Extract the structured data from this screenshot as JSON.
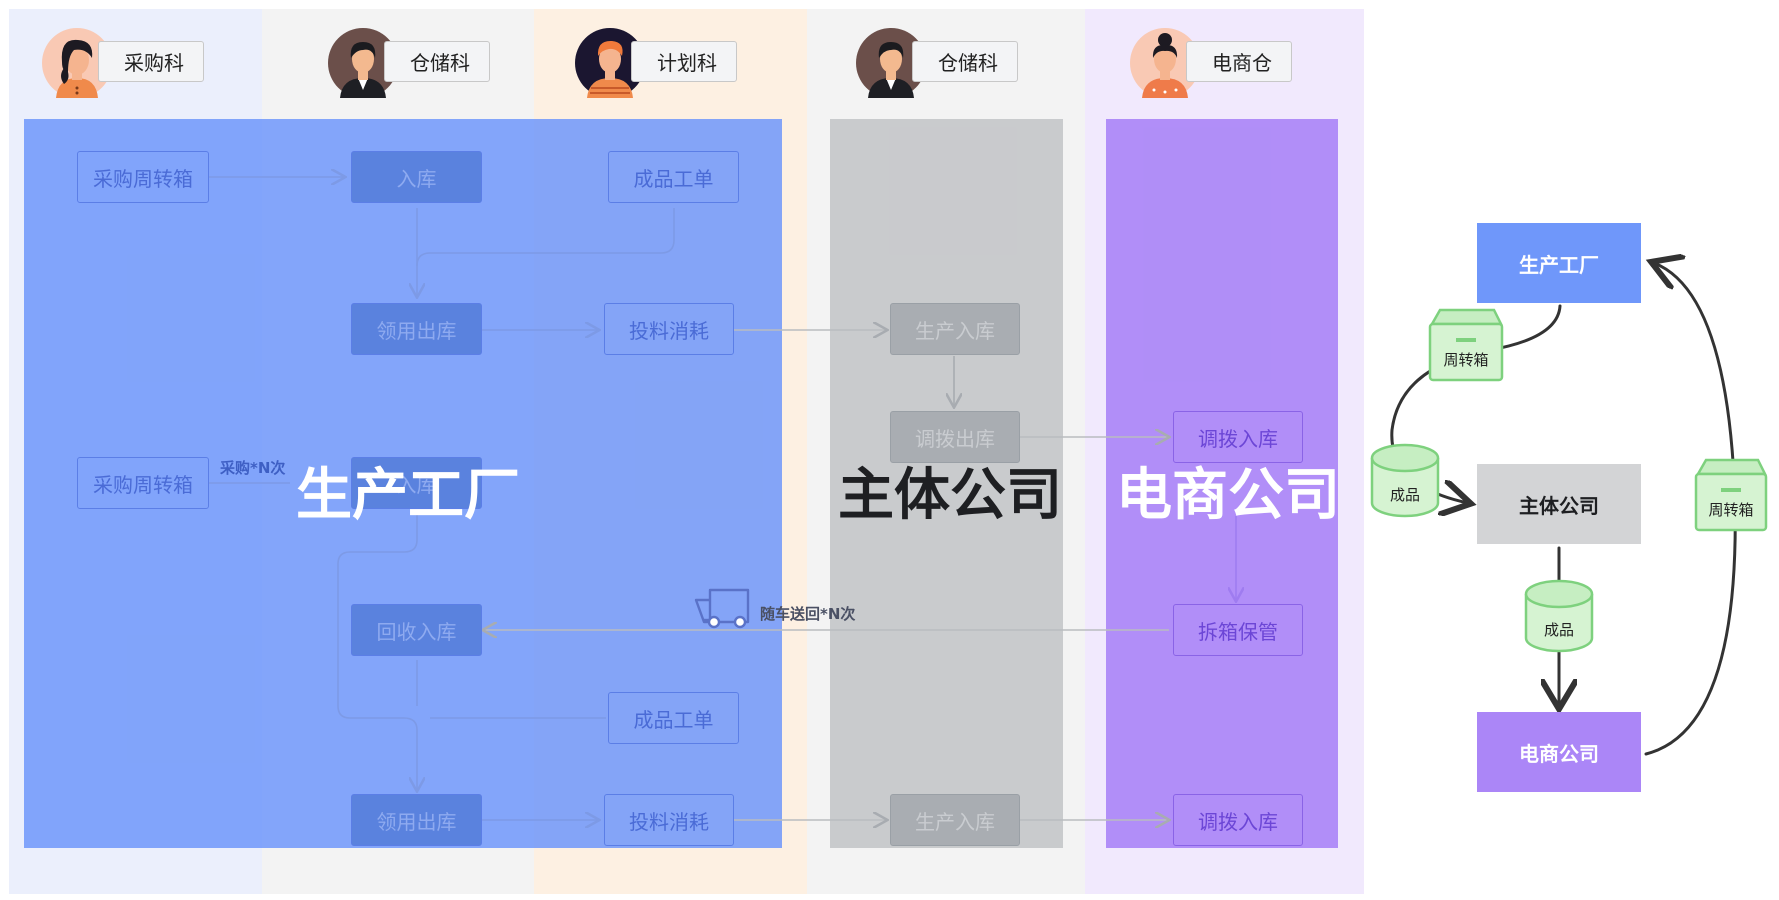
{
  "lanes": [
    {
      "id": "purchase",
      "role_label": "采购科",
      "color": "#ebeffc"
    },
    {
      "id": "storage1",
      "role_label": "仓储科",
      "color": "#f3f3f3"
    },
    {
      "id": "plan",
      "role_label": "计划科",
      "color": "#fdf0e2"
    },
    {
      "id": "storage2",
      "role_label": "仓储科",
      "color": "#f3f3f3"
    },
    {
      "id": "ecom",
      "role_label": "电商仓",
      "color": "#f1e9fd"
    }
  ],
  "overlays": {
    "factory": {
      "title": "生产工厂",
      "color": "#6f97fa"
    },
    "main_company": {
      "title": "主体公司",
      "color": "#c9cbce"
    },
    "ecom_company": {
      "title": "电商公司",
      "color": "#ab86f7"
    }
  },
  "process_boxes": {
    "purchase_box_1": "采购周转箱",
    "inbound_1": "入库",
    "product_order_1": "成品工单",
    "issue_out_1": "领用出库",
    "feed_consume_1": "投料消耗",
    "prod_inbound_1": "生产入库",
    "transfer_out": "调拨出库",
    "transfer_in_1": "调拨入库",
    "purchase_box_2": "采购周转箱",
    "inbound_2": "入库",
    "recycle_inbound": "回收入库",
    "unpack_store": "拆箱保管",
    "product_order_2": "成品工单",
    "issue_out_2": "领用出库",
    "feed_consume_2": "投料消耗",
    "prod_inbound_2": "生产入库",
    "transfer_in_2": "调拨入库"
  },
  "annotations": {
    "purchase_n": "采购*N次",
    "return_n": "随车送回*N次"
  },
  "legend": {
    "factory": {
      "label": "生产工厂",
      "color": "#6f97fa"
    },
    "main_company": {
      "label": "主体公司",
      "color": "#d3d4d6"
    },
    "ecom_company": {
      "label": "电商公司",
      "color": "#ab86f7"
    },
    "crate_top": "周转箱",
    "crate_right": "周转箱",
    "cylinder_left": "成品",
    "cylinder_mid": "成品"
  },
  "colors": {
    "arrow": "#7090e0",
    "legend_arrow": "#333333",
    "green_stroke": "#7ed17e",
    "green_fill": "#d6f3d2"
  }
}
